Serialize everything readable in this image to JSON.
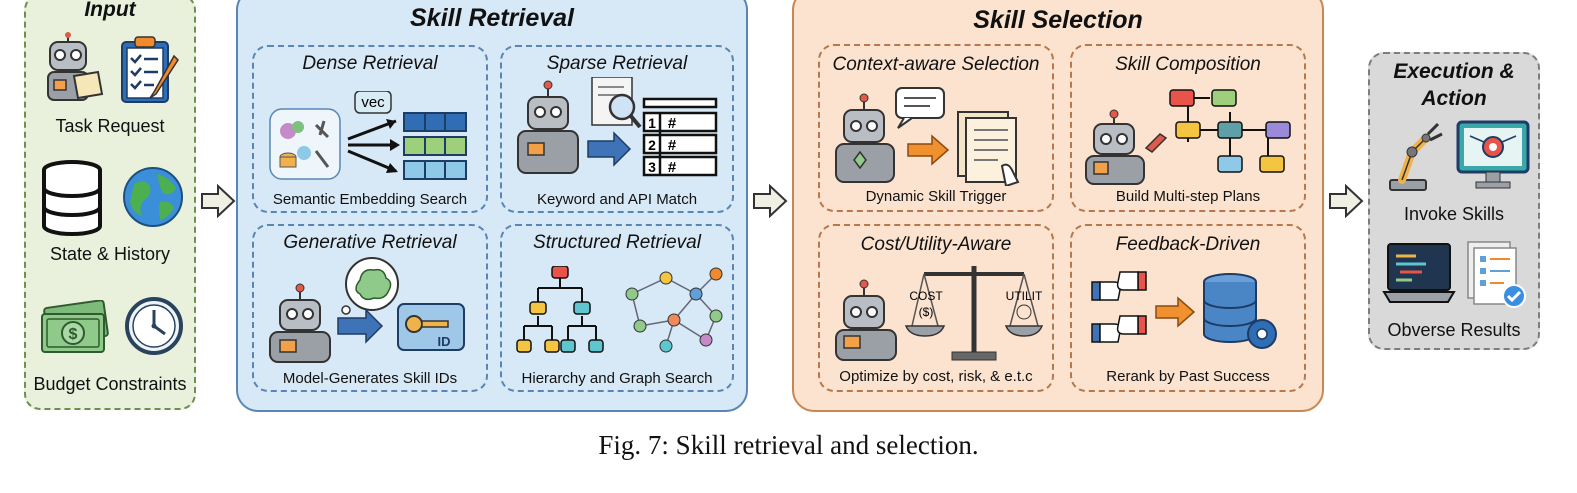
{
  "input": {
    "title": "Input",
    "items": [
      {
        "label": "Task Request",
        "icons": [
          "robot-icon",
          "clipboard-icon"
        ]
      },
      {
        "label": "State & History",
        "icons": [
          "database-icon",
          "globe-icon"
        ]
      },
      {
        "label": "Budget Constraints",
        "icons": [
          "money-icon",
          "clock-icon"
        ]
      }
    ]
  },
  "retrieval": {
    "title": "Skill Retrieval",
    "boxes": [
      {
        "title": "Dense Retrieval",
        "caption": "Semantic Embedding Search",
        "vec_label": "vec"
      },
      {
        "title": "Sparse Retrieval",
        "caption": "Keyword and API Match",
        "rows": [
          "1",
          "2",
          "3"
        ],
        "row_symbol": "#"
      },
      {
        "title": "Generative Retrieval",
        "caption": "Model-Generates Skill IDs",
        "id_label": "ID"
      },
      {
        "title": "Structured Retrieval",
        "caption": "Hierarchy and Graph Search"
      }
    ]
  },
  "selection": {
    "title": "Skill Selection",
    "boxes": [
      {
        "title": "Context-aware Selection",
        "caption": "Dynamic Skill Trigger"
      },
      {
        "title": "Skill Composition",
        "caption": "Build Multi-step Plans"
      },
      {
        "title": "Cost/Utility-Aware",
        "caption": "Optimize by cost, risk, & e.t.c",
        "cost_label": "COST",
        "cost_sub": "($)",
        "utility_label": "UTILIT"
      },
      {
        "title": "Feedback-Driven",
        "caption": "Rerank by Past Success"
      }
    ]
  },
  "execution": {
    "title_line1": "Execution &",
    "title_line2": "Action",
    "items": [
      {
        "label": "Invoke Skills"
      },
      {
        "label": "Obverse Results"
      }
    ]
  },
  "figure_caption": "Fig. 7: Skill retrieval and selection.",
  "colors": {
    "input_bg": "#e9f1dc",
    "retrieval_bg": "#d7e8f6",
    "selection_bg": "#fbe3cf",
    "execution_bg": "#d9d9d9",
    "accent_blue": "#3f73b8",
    "accent_orange": "#f0902e"
  }
}
